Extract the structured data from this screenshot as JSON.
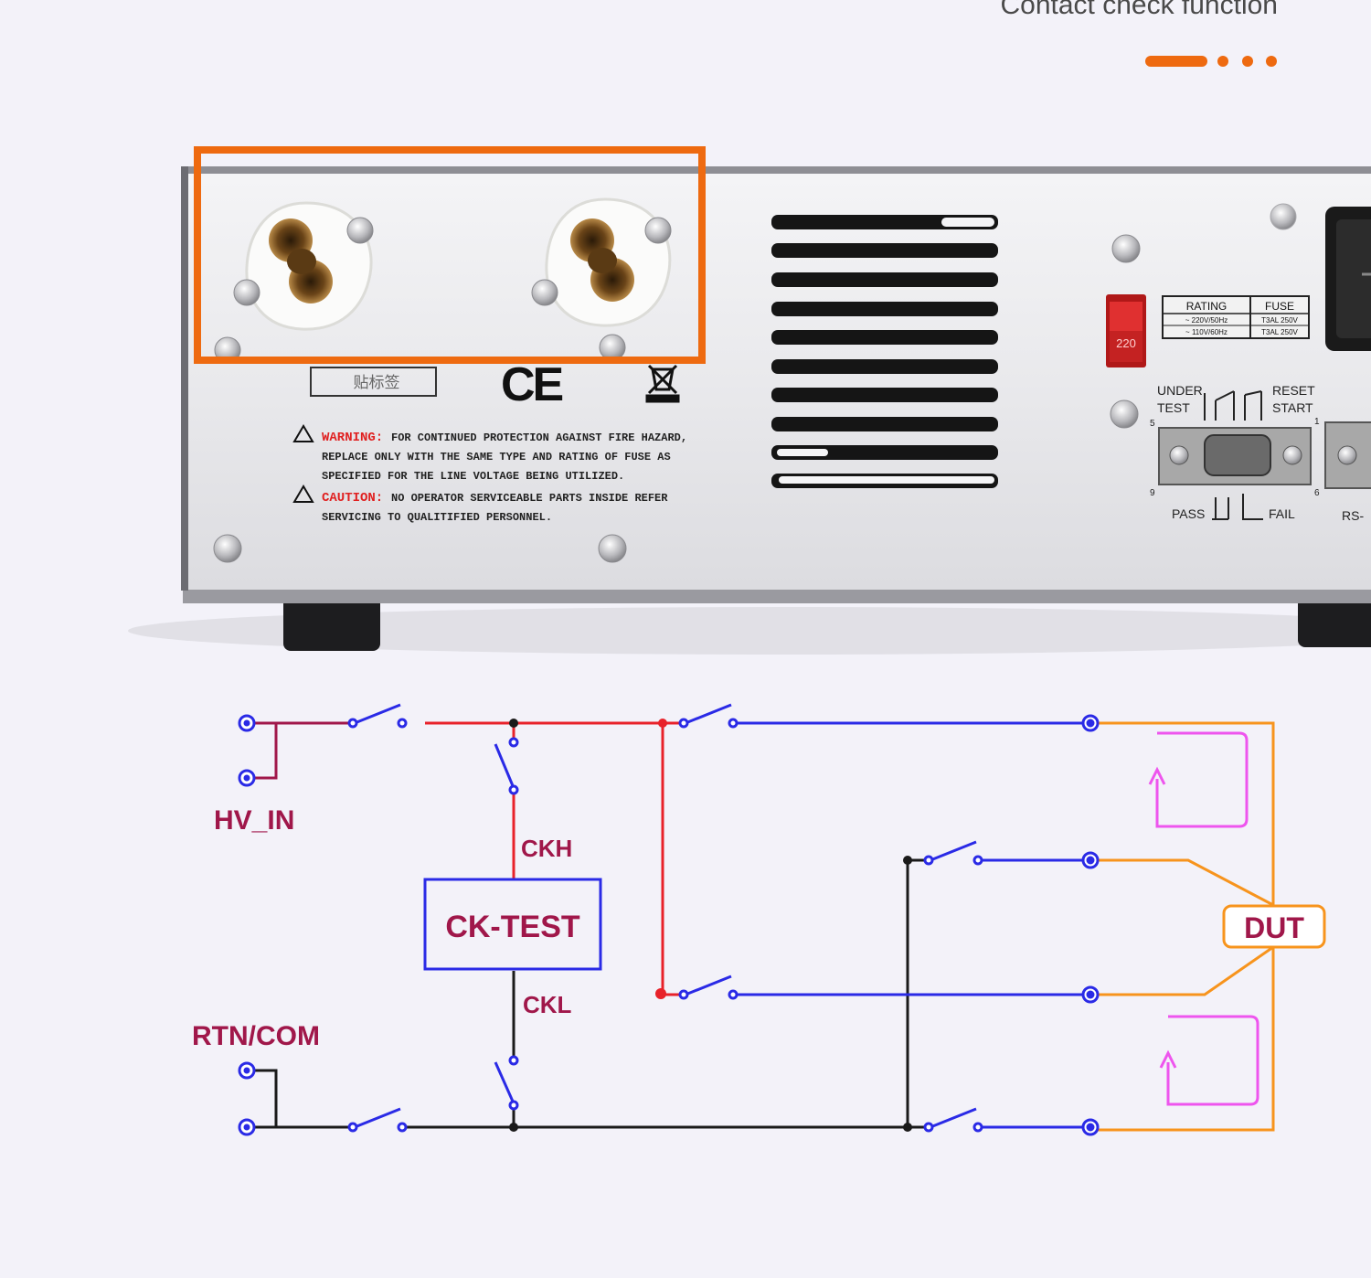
{
  "header": {
    "title": "Contact check function",
    "pager": {
      "count": 4,
      "active_index": 0
    }
  },
  "device_panel": {
    "label_box": "贴标签",
    "ce_mark": "CE",
    "warning_label": "WARNING:",
    "warning_text": [
      "FOR CONTINUED PROTECTION AGAINST FIRE HAZARD,",
      "REPLACE ONLY WITH THE SAME TYPE AND RATING OF FUSE AS",
      "SPECIFIED FOR THE LINE VOLTAGE BEING UTILIZED."
    ],
    "caution_label": "CAUTION:",
    "caution_text": [
      "NO OPERATOR SERVICEABLE PARTS INSIDE REFER",
      "SERVICING TO QUALITIFIED PERSONNEL."
    ],
    "voltage_switch": "220",
    "rating_header": "RATING",
    "fuse_header": "FUSE",
    "rating_rows": [
      "~ 220V/50Hz",
      "~ 110V/60Hz"
    ],
    "fuse_rows": [
      "T3AL 250V",
      "T3AL 250V"
    ],
    "under_test": [
      "UNDER",
      "TEST"
    ],
    "reset_start": [
      "RESET",
      "START"
    ],
    "pin_labels": [
      "5",
      "1",
      "9",
      "6"
    ],
    "pass_label": "PASS",
    "fail_label": "FAIL",
    "rs_label": "RS-"
  },
  "circuit": {
    "hv_in_label": "HV_IN",
    "rtn_com_label": "RTN/COM",
    "ckh_label": "CKH",
    "ckl_label": "CKL",
    "ck_test_label": "CK-TEST",
    "dut_label": "DUT"
  },
  "colors": {
    "accent_orange": "#ee6a10",
    "wire_red": "#e8222a",
    "wire_blue": "#2a2ae6",
    "wire_black": "#1a1a1a",
    "wire_orange": "#f7941d",
    "loop_magenta": "#ee55ee",
    "label_maroon": "#a0174a"
  }
}
